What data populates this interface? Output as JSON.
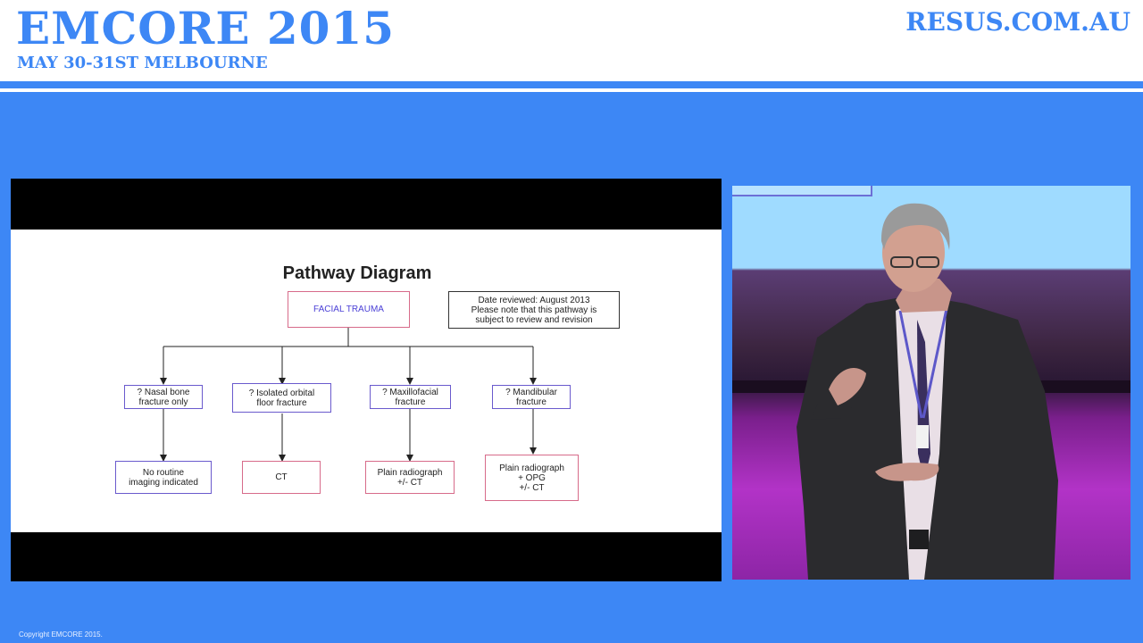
{
  "header": {
    "title": "EMCORE 2015",
    "subtitle": "MAY 30-31ST MELBOURNE",
    "site": "RESUS.COM.AU"
  },
  "slide": {
    "title": "Pathway Diagram",
    "root": "FACIAL TRAUMA",
    "note": [
      "Date reviewed: August 2013",
      "Please note that this pathway is",
      "subject to review and revision"
    ],
    "branches": [
      {
        "question": [
          "? Nasal bone",
          "fracture only"
        ],
        "outcome": [
          "No routine",
          "imaging indicated"
        ]
      },
      {
        "question": [
          "? Isolated orbital",
          "floor fracture"
        ],
        "outcome": [
          "CT"
        ]
      },
      {
        "question": [
          "? Maxillofacial",
          "fracture"
        ],
        "outcome": [
          "Plain radiograph",
          "+/- CT"
        ]
      },
      {
        "question": [
          "? Mandibular",
          "fracture"
        ],
        "outcome": [
          "Plain radiograph",
          "+ OPG",
          "+/- CT"
        ]
      }
    ]
  },
  "footer": {
    "copyright": "Copyright EMCORE 2015."
  },
  "colors": {
    "brand_blue": "#3d87f5",
    "box_blue_border": "#6a5acd",
    "box_pink_border": "#d76b8a"
  }
}
